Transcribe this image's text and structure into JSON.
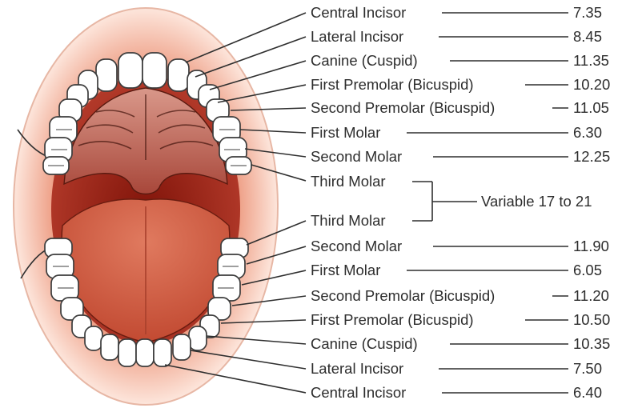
{
  "colors": {
    "lips": "#f6c5b3",
    "lips_inner": "#e98f74",
    "cavity": "#9c2418",
    "palate": "#c06d60",
    "tongue": "#d2563d",
    "outline": "#3c3c3c"
  },
  "upper_teeth": [
    {
      "name": "Central Incisor",
      "value": "7.35"
    },
    {
      "name": "Lateral Incisor",
      "value": "8.45"
    },
    {
      "name": "Canine (Cuspid)",
      "value": "11.35"
    },
    {
      "name": "First Premolar (Bicuspid)",
      "value": "10.20"
    },
    {
      "name": "Second Premolar (Bicuspid)",
      "value": "11.05"
    },
    {
      "name": "First Molar",
      "value": "6.30"
    },
    {
      "name": "Second Molar",
      "value": "12.25"
    }
  ],
  "third_molars": {
    "upper_label": "Third Molar",
    "lower_label": "Third Molar",
    "value": "Variable 17 to 21"
  },
  "lower_teeth": [
    {
      "name": "Second Molar",
      "value": "11.90"
    },
    {
      "name": "First Molar",
      "value": "6.05"
    },
    {
      "name": "Second Premolar (Bicuspid)",
      "value": "11.20"
    },
    {
      "name": "First Premolar (Bicuspid)",
      "value": "10.50"
    },
    {
      "name": "Canine (Cuspid)",
      "value": "10.35"
    },
    {
      "name": "Lateral Incisor",
      "value": "7.50"
    },
    {
      "name": "Central Incisor",
      "value": "6.40"
    }
  ]
}
